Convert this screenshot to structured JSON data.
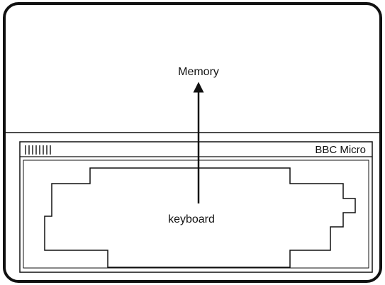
{
  "diagram": {
    "memory_label": "Memory",
    "keyboard_label": "keyboard",
    "brand_label": "BBC Micro",
    "stroke_color": "#111111",
    "background_color": "#ffffff"
  }
}
